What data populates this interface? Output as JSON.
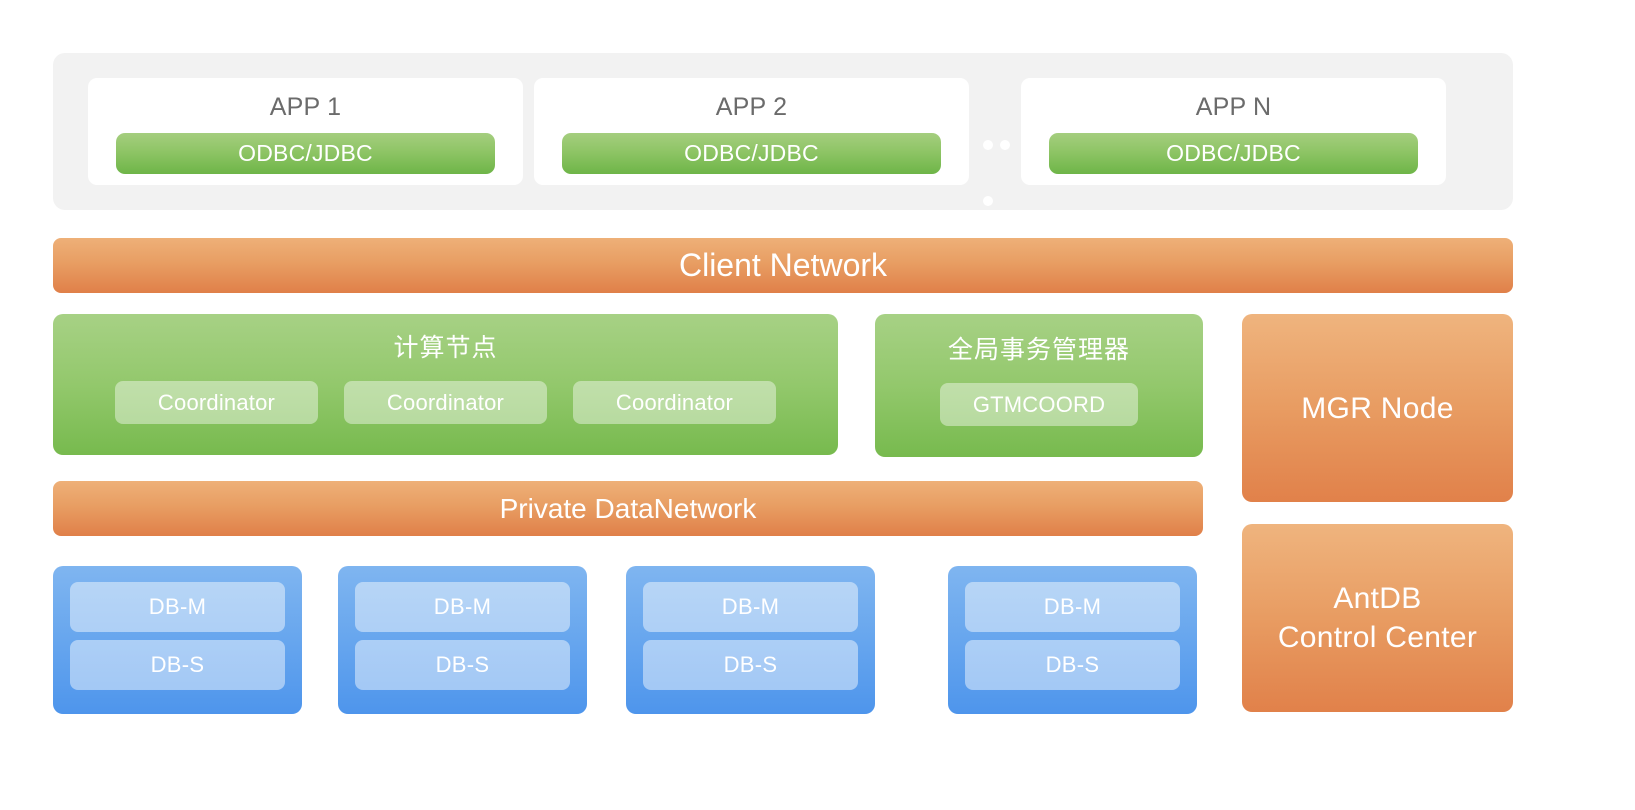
{
  "diagram": {
    "app_band": {
      "apps": [
        {
          "title": "APP 1",
          "driver": "ODBC/JDBC"
        },
        {
          "title": "APP 2",
          "driver": "ODBC/JDBC"
        },
        {
          "title": "APP N",
          "driver": "ODBC/JDBC"
        }
      ],
      "ellipsis_dots": 3
    },
    "client_network": {
      "label": "Client Network"
    },
    "compute_node": {
      "title": "计算节点",
      "nodes": [
        "Coordinator",
        "Coordinator",
        "Coordinator"
      ]
    },
    "gtm": {
      "title": "全局事务管理器",
      "nodes": [
        "GTMCOORD"
      ]
    },
    "private_network": {
      "label": "Private DataNetwork"
    },
    "db_groups": [
      {
        "master": "DB-M",
        "slave": "DB-S"
      },
      {
        "master": "DB-M",
        "slave": "DB-S"
      },
      {
        "master": "DB-M",
        "slave": "DB-S"
      },
      {
        "master": "DB-M",
        "slave": "DB-S"
      }
    ],
    "side_panels": {
      "mgr_node": "MGR Node",
      "control_center_line1": "AntDB",
      "control_center_line2": "Control Center"
    },
    "colors": {
      "band_gray": "#f2f2f2",
      "green_light": "#a7d185",
      "green_dark": "#77ba4e",
      "orange_light": "#efb47e",
      "orange_dark": "#e1814a",
      "blue_light": "#7fb5f0",
      "blue_dark": "#4e95ec",
      "app_title_gray": "#6b6b6b",
      "text_white": "#ffffff"
    }
  }
}
